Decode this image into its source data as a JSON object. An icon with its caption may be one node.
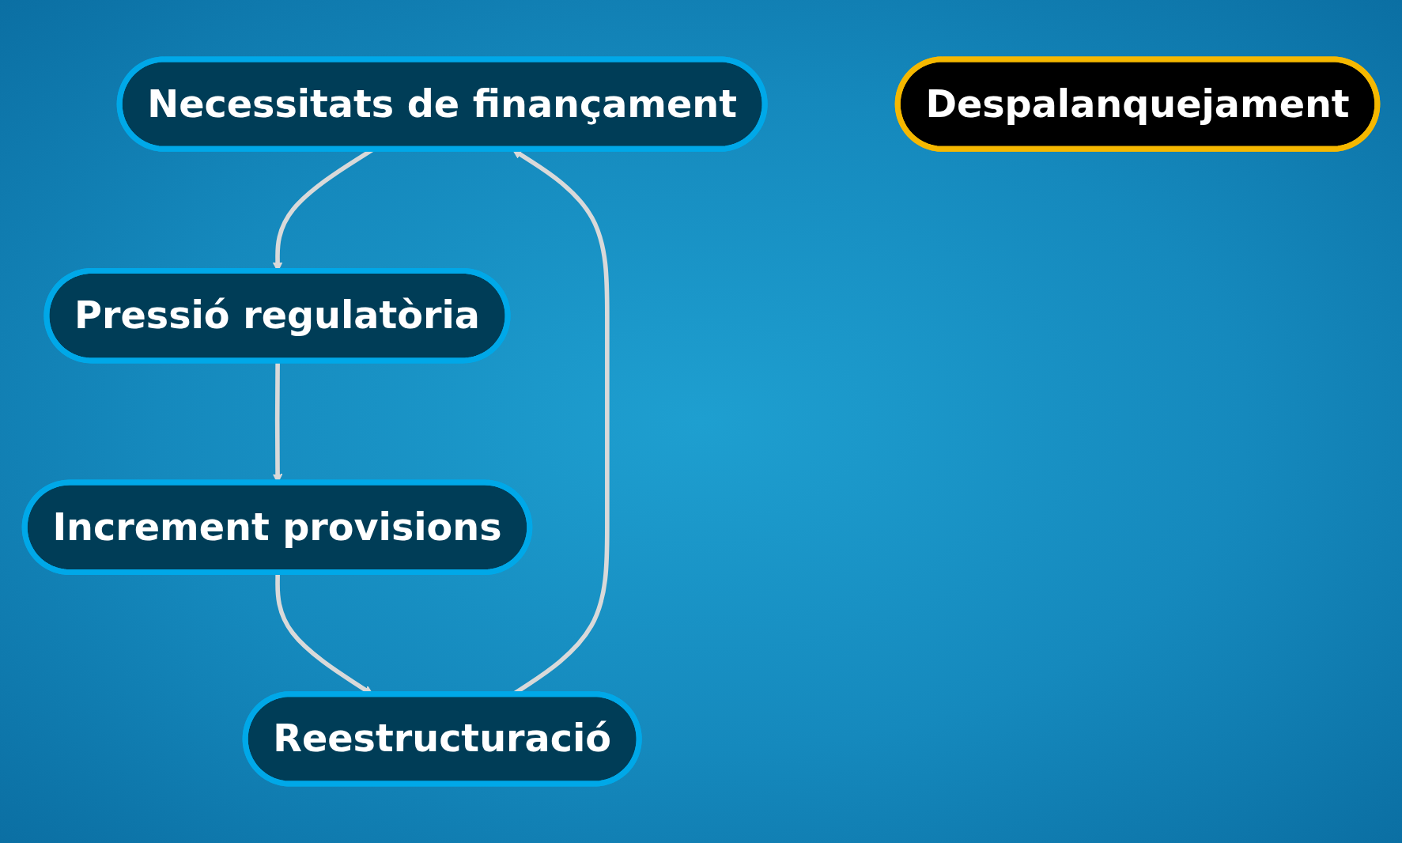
{
  "diagram": {
    "nodes": [
      {
        "text": [
          "Necessitats de finançament"
        ]
      },
      {
        "text": [
          "Pressió regulatòria"
        ]
      },
      {
        "text": [
          "Increment provisions"
        ]
      },
      {
        "text": [
          "Reestructuració"
        ]
      },
      {
        "text": [
          "Despalanquejament"
        ]
      }
    ],
    "edges": [
      {
        "from": 0,
        "to": 1,
        "arrow": "to"
      },
      {
        "from": 1,
        "to": 2,
        "arrow": "to"
      },
      {
        "from": 2,
        "to": 3,
        "arrow": "to"
      },
      {
        "from": 3,
        "to": 0,
        "arrow": "to"
      }
    ]
  }
}
